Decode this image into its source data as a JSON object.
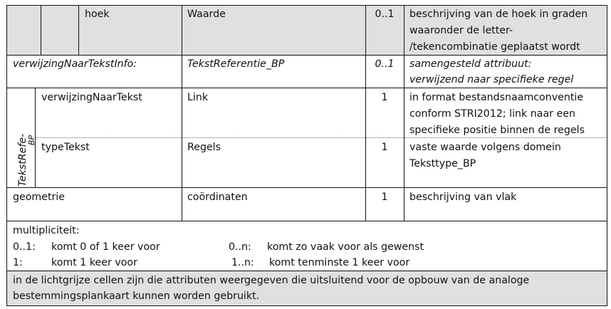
{
  "rows": {
    "hoek": {
      "name": "hoek",
      "type": "Waarde",
      "mult": "0..1",
      "desc": [
        "beschrijving van de hoek in graden",
        "waaronder de letter-",
        "/tekencombinatie geplaatst wordt"
      ]
    },
    "info": {
      "name": "verwijzingNaarTekstInfo:",
      "type": "TekstReferentie_BP",
      "mult": "0..1",
      "desc": [
        "samengesteld attribuut:",
        "verwijzend naar specifieke regel"
      ]
    },
    "group_label": "TekstRefe-",
    "group_label_2": "BP",
    "link": {
      "name": "verwijzingNaarTekst",
      "type": "Link",
      "mult": "1",
      "desc": [
        "in format bestandsnaamconventie",
        "conform STRI2012; link naar een",
        "specifieke positie binnen de regels"
      ]
    },
    "typetekst": {
      "name": "typeTekst",
      "type": "Regels",
      "mult": "1",
      "desc": [
        "vaste waarde volgens domein",
        "Teksttype_BP"
      ]
    },
    "geometrie": {
      "name": "geometrie",
      "type": "coördinaten",
      "mult": "1",
      "desc": [
        "beschrijving van vlak"
      ]
    }
  },
  "legend": {
    "heading": "multipliciteit:",
    "items": [
      {
        "code": "0..1:",
        "text": "komt 0 of 1 keer voor"
      },
      {
        "code": "1:",
        "text": "komt 1 keer voor"
      },
      {
        "code": "0..n:",
        "text": "komt zo vaak voor als gewenst"
      },
      {
        "code": "1..n:",
        "text": "komt tenminste 1 keer voor"
      }
    ]
  },
  "note": [
    "in de lichtgrijze cellen zijn die attributen weergegeven die uitsluitend voor de opbouw van de analoge",
    "bestemmingsplankaart kunnen worden gebruikt."
  ]
}
